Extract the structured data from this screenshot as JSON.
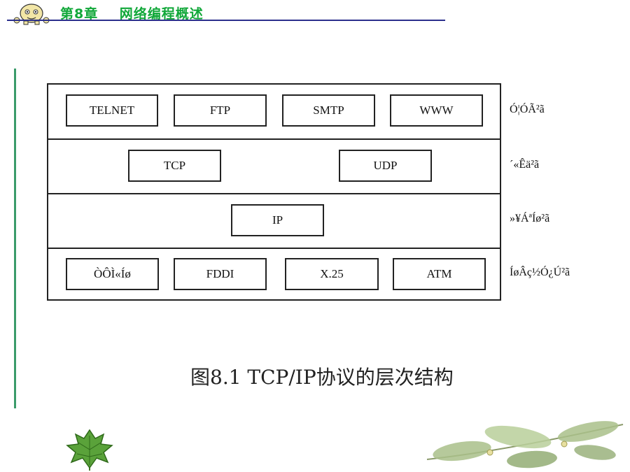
{
  "header": {
    "chapter": "第8章",
    "title": "网络编程概述"
  },
  "diagram": {
    "layers": [
      {
        "name": "Ó¦ÓÃ²ã",
        "protocols": [
          "TELNET",
          "FTP",
          "SMTP",
          "WWW"
        ]
      },
      {
        "name": "´«Êä²ã",
        "protocols": [
          "TCP",
          "UDP"
        ]
      },
      {
        "name": "»¥ÁªÍø²ã",
        "protocols": [
          "IP"
        ]
      },
      {
        "name": "ÍøÂç½Ó¿Ú²ã",
        "protocols": [
          "ÒÔÌ«Íø",
          "FDDI",
          "X.25",
          "ATM"
        ]
      }
    ]
  },
  "caption": "图8.1  TCP/IP协议的层次结构",
  "colors": {
    "header_green": "#12a83a",
    "header_rule": "#2b2f8c",
    "side_rule": "#3b9b6a"
  }
}
